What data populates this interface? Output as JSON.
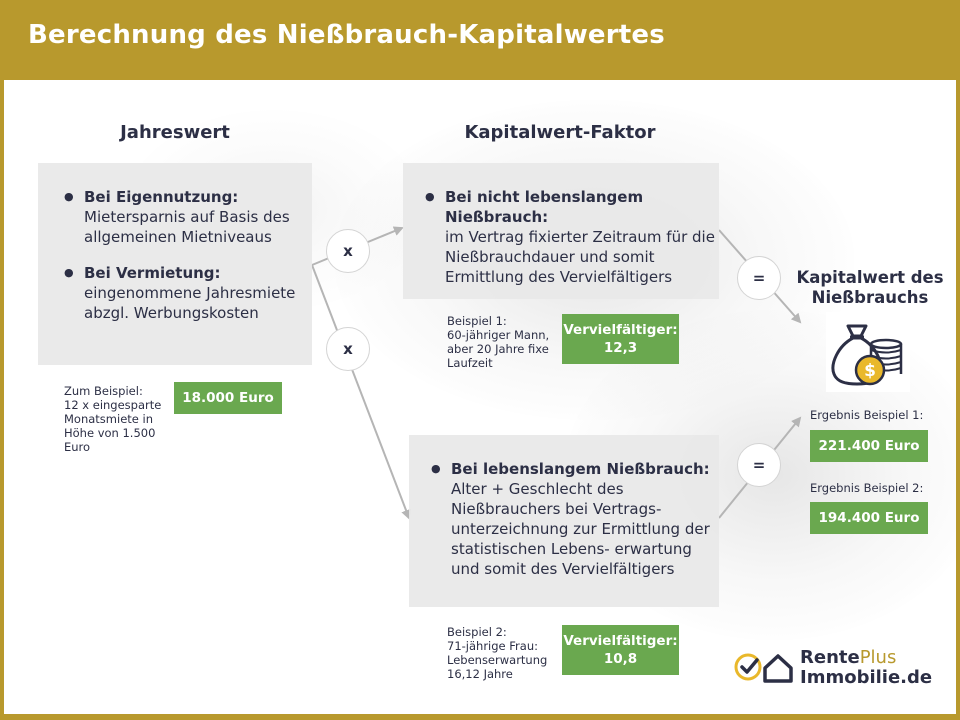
{
  "header": {
    "title": "Berechnung des Nießbrauch-Kapitalwertes"
  },
  "jahreswert": {
    "title": "Jahreswert",
    "items": [
      {
        "label": "Bei Eigennutzung:",
        "lines": [
          "Mietersparnis auf Basis des",
          "allgemeinen Mietniveaus"
        ]
      },
      {
        "label": "Bei Vermietung:",
        "lines": [
          "eingenommene Jahresmiete",
          "abzgl. Werbungskosten"
        ]
      }
    ],
    "example_lines": [
      "Zum Beispiel:",
      "12 x eingesparte",
      "Monatsmiete in",
      "Höhe von 1.500",
      "Euro"
    ],
    "value": "18.000 Euro"
  },
  "faktor": {
    "title": "Kapitalwert-Faktor",
    "top": {
      "label_lines": [
        "Bei nicht lebenslangem",
        "Nießbrauch:"
      ],
      "lines": [
        "im Vertrag fixierter Zeitraum für die",
        "Nießbrauchdauer und somit",
        "Ermittlung des Vervielfältigers"
      ]
    },
    "example1_lines": [
      "Beispiel 1:",
      "60-jähriger Mann,",
      "aber 20 Jahre fixe",
      "Laufzeit"
    ],
    "value1_lines": [
      "Vervielfältiger:",
      "12,3"
    ],
    "bottom": {
      "label": "Bei lebenslangem Nießbrauch:",
      "lines": [
        "Alter + Geschlecht des",
        "Nießbrauchers bei Vertrags-",
        "unterzeichnung zur Ermittlung der",
        "statistischen Lebens- erwartung",
        "und somit des Vervielfältigers"
      ]
    },
    "example2_lines": [
      "Beispiel 2:",
      "71-jährige Frau:",
      "Lebenserwartung",
      "16,12 Jahre"
    ],
    "value2_lines": [
      "Vervielfältiger:",
      "10,8"
    ]
  },
  "operators": {
    "multiply": "x",
    "equals": "="
  },
  "result": {
    "title_lines": [
      "Kapitalwert des",
      "Nießbrauchs"
    ],
    "icon": "money-bag-coins-icon",
    "label1": "Ergebnis Beispiel 1:",
    "value1": "221.400 Euro",
    "label2": "Ergebnis Beispiel 2:",
    "value2": "194.400 Euro"
  },
  "logo": {
    "part1": "Rente",
    "part2": "Plus",
    "line2": "Immobilie.de"
  },
  "colors": {
    "gold": "#b8992d",
    "green": "#6aa84f",
    "navy": "#2c2f45"
  }
}
